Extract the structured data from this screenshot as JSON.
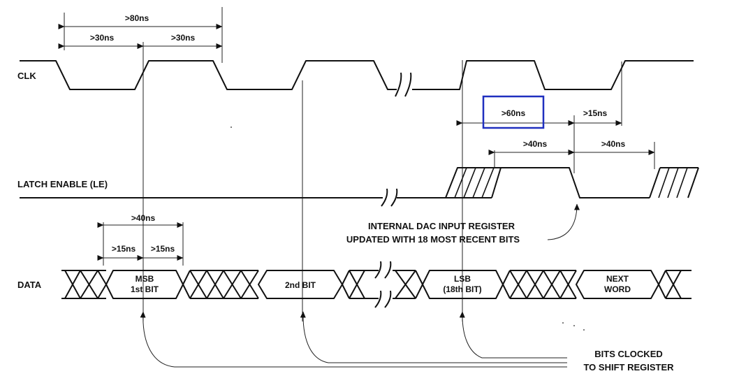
{
  "signals": {
    "clk": "CLK",
    "le": "LATCH ENABLE (LE)",
    "data": "DATA"
  },
  "timing": {
    "t80": ">80ns",
    "t30a": ">30ns",
    "t30b": ">30ns",
    "t60": ">60ns",
    "t15top": ">15ns",
    "t40le1": ">40ns",
    "t40le2": ">40ns",
    "t40data": ">40ns",
    "t15data1": ">15ns",
    "t15data2": ">15ns"
  },
  "data_words": {
    "msb_line1": "MSB",
    "msb_line2": "1st BIT",
    "second_bit": "2nd BIT",
    "lsb_line1": "LSB",
    "lsb_line2": "(18th BIT)",
    "next_line1": "NEXT",
    "next_line2": "WORD"
  },
  "notes": {
    "internal_line1": "INTERNAL DAC INPUT REGISTER",
    "internal_line2": "UPDATED WITH 18 MOST RECENT BITS",
    "clocked_line1": "BITS CLOCKED",
    "clocked_line2": "TO SHIFT REGISTER"
  },
  "highlight": {
    "color": "#1f2fbf"
  }
}
